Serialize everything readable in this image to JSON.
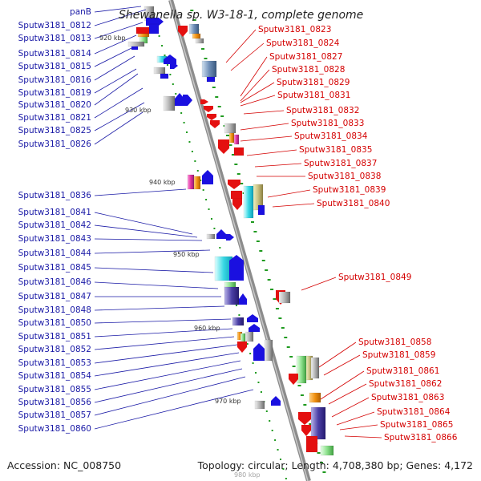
{
  "title": "Shewanella sp. W3-18-1, complete genome",
  "accession_text": "Accession: NC_008750",
  "summary_text": "Topology: circular; Length: 4,708,380 bp; Genes: 4,172",
  "kbp_labels": [
    "920 kbp",
    "930 kbp",
    "940 kbp",
    "950 kbp",
    "960 kbp",
    "970 kbp",
    "980 kbp"
  ],
  "left_genes": [
    "panB",
    "Sputw3181_0812",
    "Sputw3181_0813",
    "Sputw3181_0814",
    "Sputw3181_0815",
    "Sputw3181_0816",
    "Sputw3181_0819",
    "Sputw3181_0820",
    "Sputw3181_0821",
    "Sputw3181_0825",
    "Sputw3181_0826",
    "Sputw3181_0836",
    "Sputw3181_0841",
    "Sputw3181_0842",
    "Sputw3181_0843",
    "Sputw3181_0844",
    "Sputw3181_0845",
    "Sputw3181_0846",
    "Sputw3181_0847",
    "Sputw3181_0848",
    "Sputw3181_0850",
    "Sputw3181_0851",
    "Sputw3181_0852",
    "Sputw3181_0853",
    "Sputw3181_0854",
    "Sputw3181_0855",
    "Sputw3181_0856",
    "Sputw3181_0857",
    "Sputw3181_0860"
  ],
  "right_genes": [
    "Sputw3181_0823",
    "Sputw3181_0824",
    "Sputw3181_0827",
    "Sputw3181_0828",
    "Sputw3181_0829",
    "Sputw3181_0831",
    "Sputw3181_0832",
    "Sputw3181_0833",
    "Sputw3181_0834",
    "Sputw3181_0835",
    "Sputw3181_0837",
    "Sputw3181_0838",
    "Sputw3181_0839",
    "Sputw3181_0840",
    "Sputw3181_0849",
    "Sputw3181_0858",
    "Sputw3181_0859",
    "Sputw3181_0861",
    "Sputw3181_0862",
    "Sputw3181_0863",
    "Sputw3181_0864",
    "Sputw3181_0865",
    "Sputw3181_0866"
  ],
  "colors": {
    "left_label": "#1a1aa6",
    "right_label": "#d40000",
    "left_strand_feature": "#1a10e0",
    "right_strand_feature": "#e41010",
    "backbone": "#9a9a9a",
    "tick": "#1f9a1f"
  }
}
